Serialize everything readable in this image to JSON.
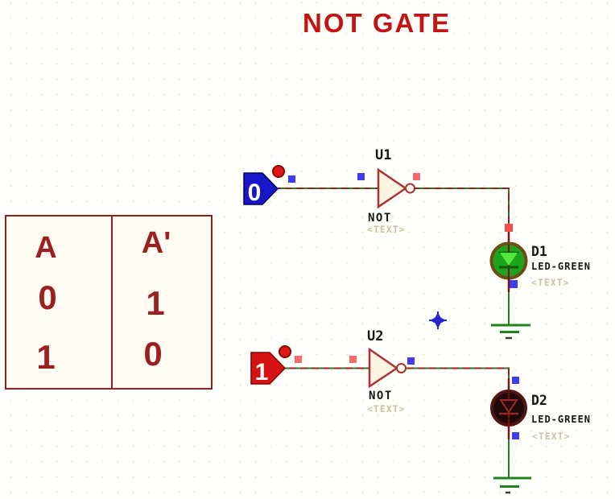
{
  "title": "NOT GATE",
  "truth_table": {
    "header_a": "A",
    "header_not_a": "A'",
    "row1_a": "0",
    "row1_not_a": "1",
    "row2_a": "1",
    "row2_not_a": "0"
  },
  "circuit1": {
    "input_value": "0",
    "gate_ref": "U1",
    "gate_type": "NOT",
    "gate_text": "<TEXT>",
    "led_ref": "D1",
    "led_part": "LED-GREEN",
    "led_text": "<TEXT>",
    "led_state": "on"
  },
  "circuit2": {
    "input_value": "1",
    "gate_ref": "U2",
    "gate_type": "NOT",
    "gate_text": "<TEXT>",
    "led_ref": "D2",
    "led_part": "LED-GREEN",
    "led_text": "<TEXT>",
    "led_state": "off"
  },
  "colors": {
    "title_red": "#c31313",
    "schematic_red": "#9b1e1e",
    "wire_green": "#1e841e",
    "logic_high_marker": "#f76a6a",
    "logic_low_marker": "#3d3df0",
    "input_low_blue": "#1717c9",
    "input_high_red": "#d81212",
    "led_on_green": "#1da31d",
    "led_off_dark": "#1f0a0a"
  }
}
